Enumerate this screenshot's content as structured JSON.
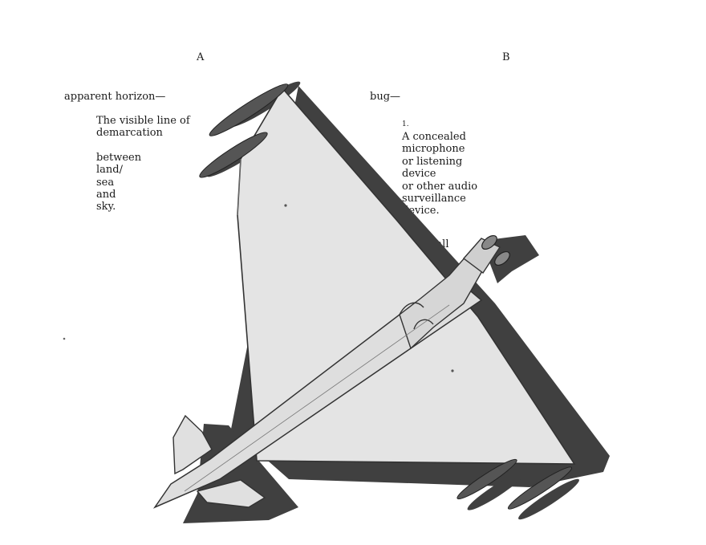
{
  "columns": {
    "a": {
      "letter": "A",
      "term": "apparent horizon—",
      "definition": {
        "line1": "The visible line of",
        "line2": "demarcation",
        "line3": "between",
        "line4": "land/",
        "line5": "sea",
        "line6": "and",
        "line7": "sky."
      }
    },
    "b": {
      "letter": "B",
      "term": "bug—",
      "number": "1.",
      "definition": {
        "line1": "A concealed",
        "line2": "microphone",
        "line3": "or listening",
        "line4": "device",
        "line5": "or other audio",
        "line6": "surveillance",
        "line7": "device.",
        "line8": "install"
      }
    }
  }
}
